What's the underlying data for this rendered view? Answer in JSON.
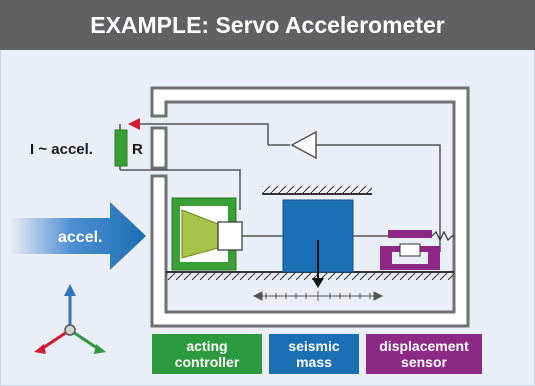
{
  "header": {
    "title": "EXAMPLE: Servo Accelerometer"
  },
  "labels": {
    "current": "I ~ accel.",
    "resistor": "R",
    "input_arrow": "accel."
  },
  "legend": [
    {
      "line1": "acting",
      "line2": "controller",
      "color": "#2e9a3f"
    },
    {
      "line1": "seismic",
      "line2": "mass",
      "color": "#1b6fb5"
    },
    {
      "line1": "displacement",
      "line2": "sensor",
      "color": "#8e2887"
    }
  ],
  "colors": {
    "housing": "#707070",
    "controller": "#3aa035",
    "controller_fill": "#a8c24a",
    "mass": "#1b6fb5",
    "sensor": "#8e2887",
    "feedback_arrow": "#d7192f",
    "axis_up": "#2f74c0",
    "axis_left": "#d7192f",
    "axis_right": "#2e9a3f"
  },
  "icons": [
    "amplifier-triangle-icon",
    "coordinate-axes-icon",
    "spring-icon"
  ]
}
